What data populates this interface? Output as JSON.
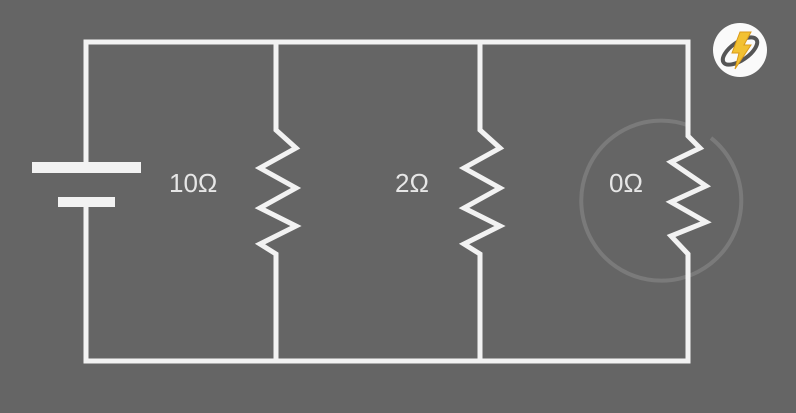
{
  "diagram": {
    "type": "parallel-resistor-circuit",
    "background_color": "#656565",
    "wire_color": "#f2f2f2",
    "components": {
      "battery": {
        "label": ""
      },
      "resistors": [
        {
          "id": "r1",
          "label": "10Ω",
          "value_ohms": 10
        },
        {
          "id": "r2",
          "label": "2Ω",
          "value_ohms": 2
        },
        {
          "id": "r3",
          "label": "0Ω",
          "value_ohms": 0,
          "highlighted": true
        }
      ]
    },
    "highlight_circle_color": "#7a7a7a",
    "logo": {
      "icon": "lightning-bolt-logo-icon",
      "accent": "#f2c132"
    }
  }
}
